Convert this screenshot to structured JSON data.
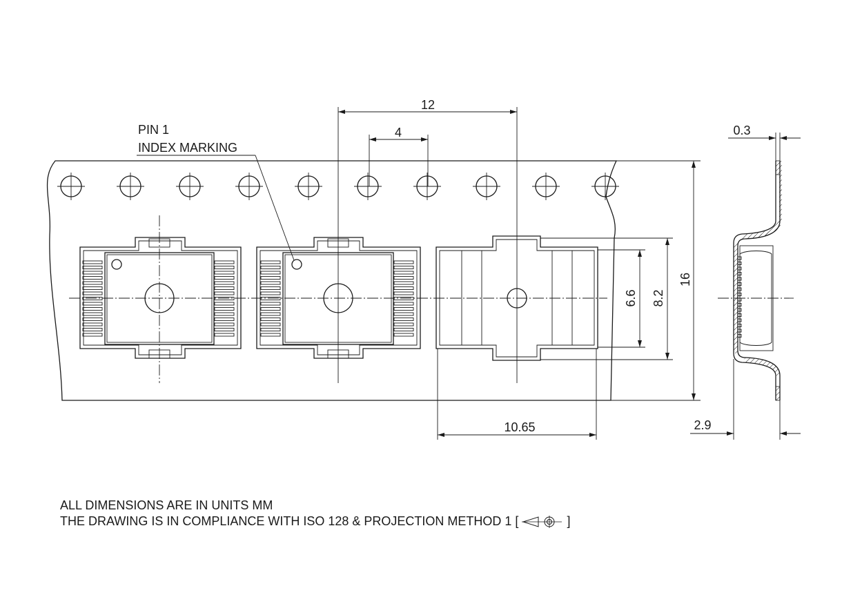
{
  "labels": {
    "pin1": "PIN 1",
    "index_marking": "INDEX MARKING"
  },
  "dimensions": {
    "pitch": "12",
    "hole_pitch": "4",
    "pocket_width": "6.6",
    "pocket_outer": "8.2",
    "tape_width": "16",
    "pocket_length": "10.65",
    "thickness": "0.3",
    "depth": "2.9"
  },
  "notes": {
    "units": "ALL DIMENSIONS ARE IN UNITS MM",
    "compliance": "THE DRAWING IS IN COMPLIANCE WITH ISO 128 & PROJECTION METHOD 1 [",
    "compliance_close": "]"
  },
  "icons": {
    "projection": "first-angle-projection-icon"
  }
}
